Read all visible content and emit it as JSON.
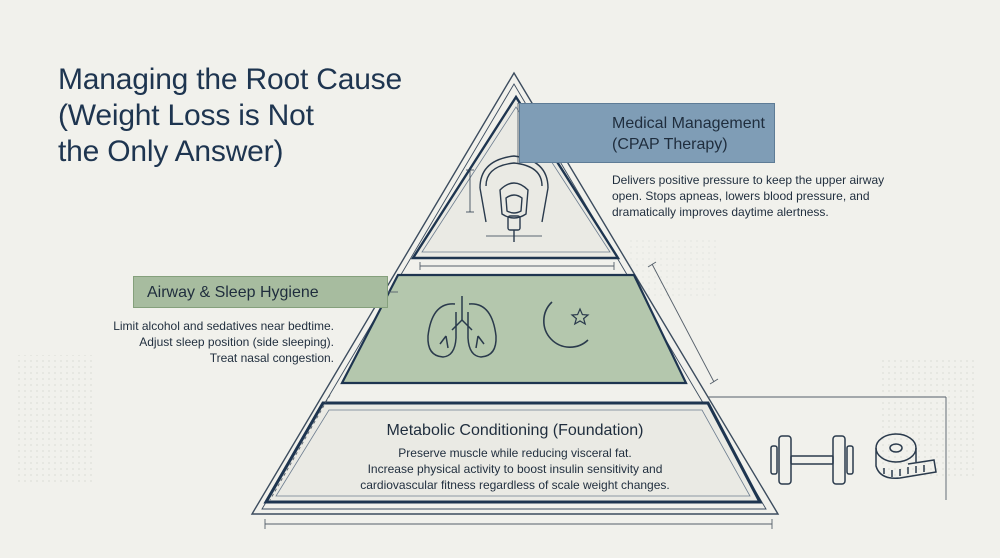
{
  "title": {
    "line1": "Managing the Root Cause",
    "line2": "(Weight Loss is Not",
    "line3": "the Only Answer)"
  },
  "tiers": {
    "top": {
      "title_line1": "Medical Management",
      "title_line2": "(CPAP Therapy)",
      "description": [
        "Delivers positive pressure to keep the upper airway",
        "open. Stops apneas, lowers blood pressure, and",
        "dramatically improves daytime alertness."
      ],
      "icon": "cpap-mask-icon"
    },
    "middle": {
      "title": "Airway & Sleep Hygiene",
      "description": [
        "Limit alcohol and sedatives near bedtime.",
        "Adjust sleep position (side sleeping).",
        "Treat nasal congestion."
      ],
      "icons": [
        "lungs-icon",
        "moon-star-icon"
      ]
    },
    "bottom": {
      "title": "Metabolic Conditioning (Foundation)",
      "description": [
        "Preserve muscle while reducing visceral fat.",
        "Increase physical activity to boost insulin sensitivity and",
        "cardiovascular fitness regardless of scale weight changes."
      ],
      "icons": [
        "dumbbell-icon",
        "measuring-tape-icon"
      ]
    }
  },
  "colors": {
    "background": "#f1f1ec",
    "navy": "#1e3550",
    "medical_blue": "#7f9db6",
    "sage_green": "#a7bc9f",
    "tier_green_fill": "#b4c7ad",
    "tier_light_fill": "#eaeae4"
  }
}
